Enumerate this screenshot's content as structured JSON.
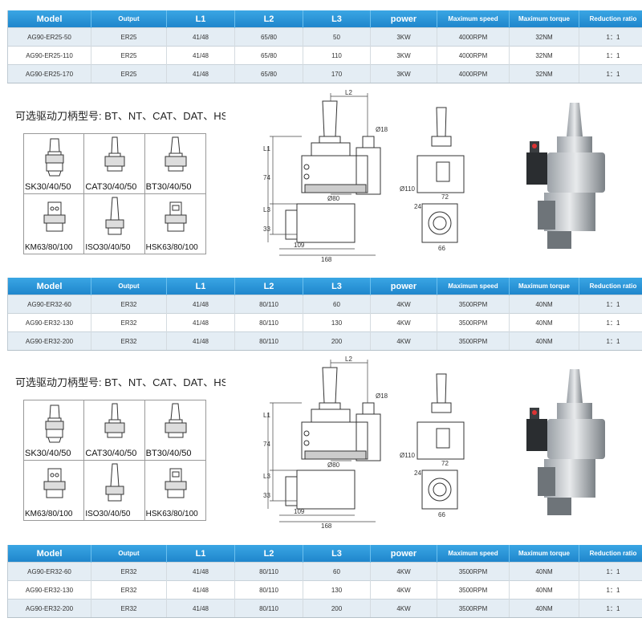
{
  "headers": [
    "Model",
    "Output",
    "L1",
    "L2",
    "L3",
    "power",
    "Maximum speed",
    "Maximum torque",
    "Reduction ratio"
  ],
  "table1": [
    [
      "AG90-ER25-50",
      "ER25",
      "41/48",
      "65/80",
      "50",
      "3KW",
      "4000RPM",
      "32NM",
      "1：1"
    ],
    [
      "AG90-ER25-110",
      "ER25",
      "41/48",
      "65/80",
      "110",
      "3KW",
      "4000RPM",
      "32NM",
      "1：1"
    ],
    [
      "AG90-ER25-170",
      "ER25",
      "41/48",
      "65/80",
      "170",
      "3KW",
      "4000RPM",
      "32NM",
      "1：1"
    ]
  ],
  "table2": [
    [
      "AG90-ER32-60",
      "ER32",
      "41/48",
      "80/110",
      "60",
      "4KW",
      "3500RPM",
      "40NM",
      "1：1"
    ],
    [
      "AG90-ER32-130",
      "ER32",
      "41/48",
      "80/110",
      "130",
      "4KW",
      "3500RPM",
      "40NM",
      "1：1"
    ],
    [
      "AG90-ER32-200",
      "ER32",
      "41/48",
      "80/110",
      "200",
      "4KW",
      "3500RPM",
      "40NM",
      "1：1"
    ]
  ],
  "table3": [
    [
      "AG90-ER32-60",
      "ER32",
      "41/48",
      "80/110",
      "60",
      "4KW",
      "3500RPM",
      "40NM",
      "1：1"
    ],
    [
      "AG90-ER32-130",
      "ER32",
      "41/48",
      "80/110",
      "130",
      "4KW",
      "3500RPM",
      "40NM",
      "1：1"
    ],
    [
      "AG90-ER32-200",
      "ER32",
      "41/48",
      "80/110",
      "200",
      "4KW",
      "3500RPM",
      "40NM",
      "1：1"
    ]
  ],
  "note": "可选驱动刀柄型号: BT、NT、CAT、DAT、HSK",
  "shanks": [
    "SK30/40/50",
    "CAT30/40/50",
    "BT30/40/50",
    "KM63/80/100",
    "ISO30/40/50",
    "HSK63/80/100"
  ],
  "dims": {
    "L1": "L1",
    "L2": "L2",
    "L3": "L3",
    "d18": "Ø18",
    "d80": "Ø80",
    "d110": "Ø110",
    "v74": "74",
    "v33": "33",
    "v24": "24",
    "v72": "72",
    "h109": "109",
    "h168": "168",
    "h66": "66"
  }
}
